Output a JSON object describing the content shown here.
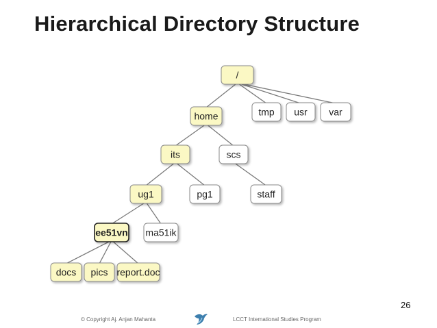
{
  "slide": {
    "title": "Hierarchical Directory Structure",
    "page_number": "26"
  },
  "footer": {
    "copyright": "© Copyright  Aj. Anjan Mahanta",
    "program": "LCCT International Studies Program",
    "logo_icon": "bird-logo-icon"
  },
  "colors": {
    "highlight_fill": "#fbf8c4",
    "plain_fill": "#ffffff",
    "border": "#8a8a8a",
    "link": "#7a7a7a",
    "selected_border": "#222222"
  },
  "tree": {
    "nodes": [
      {
        "id": "root",
        "label": "/",
        "highlighted": true,
        "selected": false
      },
      {
        "id": "home",
        "label": "home",
        "highlighted": true,
        "selected": false
      },
      {
        "id": "tmp",
        "label": "tmp",
        "highlighted": false,
        "selected": false
      },
      {
        "id": "usr",
        "label": "usr",
        "highlighted": false,
        "selected": false
      },
      {
        "id": "var",
        "label": "var",
        "highlighted": false,
        "selected": false
      },
      {
        "id": "its",
        "label": "its",
        "highlighted": true,
        "selected": false
      },
      {
        "id": "scs",
        "label": "scs",
        "highlighted": false,
        "selected": false
      },
      {
        "id": "ug1",
        "label": "ug1",
        "highlighted": true,
        "selected": false
      },
      {
        "id": "pg1",
        "label": "pg1",
        "highlighted": false,
        "selected": false
      },
      {
        "id": "staff",
        "label": "staff",
        "highlighted": false,
        "selected": false
      },
      {
        "id": "ee51vn",
        "label": "ee51vn",
        "highlighted": true,
        "selected": true
      },
      {
        "id": "ma51ik",
        "label": "ma51ik",
        "highlighted": false,
        "selected": false
      },
      {
        "id": "docs",
        "label": "docs",
        "highlighted": true,
        "selected": false
      },
      {
        "id": "pics",
        "label": "pics",
        "highlighted": true,
        "selected": false
      },
      {
        "id": "report",
        "label": "report.doc",
        "highlighted": true,
        "selected": false
      }
    ],
    "edges": [
      [
        "root",
        "home"
      ],
      [
        "root",
        "tmp"
      ],
      [
        "root",
        "usr"
      ],
      [
        "root",
        "var"
      ],
      [
        "home",
        "its"
      ],
      [
        "home",
        "scs"
      ],
      [
        "its",
        "ug1"
      ],
      [
        "its",
        "pg1"
      ],
      [
        "scs",
        "staff"
      ],
      [
        "ug1",
        "ee51vn"
      ],
      [
        "ug1",
        "ma51ik"
      ],
      [
        "ee51vn",
        "docs"
      ],
      [
        "ee51vn",
        "pics"
      ],
      [
        "ee51vn",
        "report"
      ]
    ]
  }
}
